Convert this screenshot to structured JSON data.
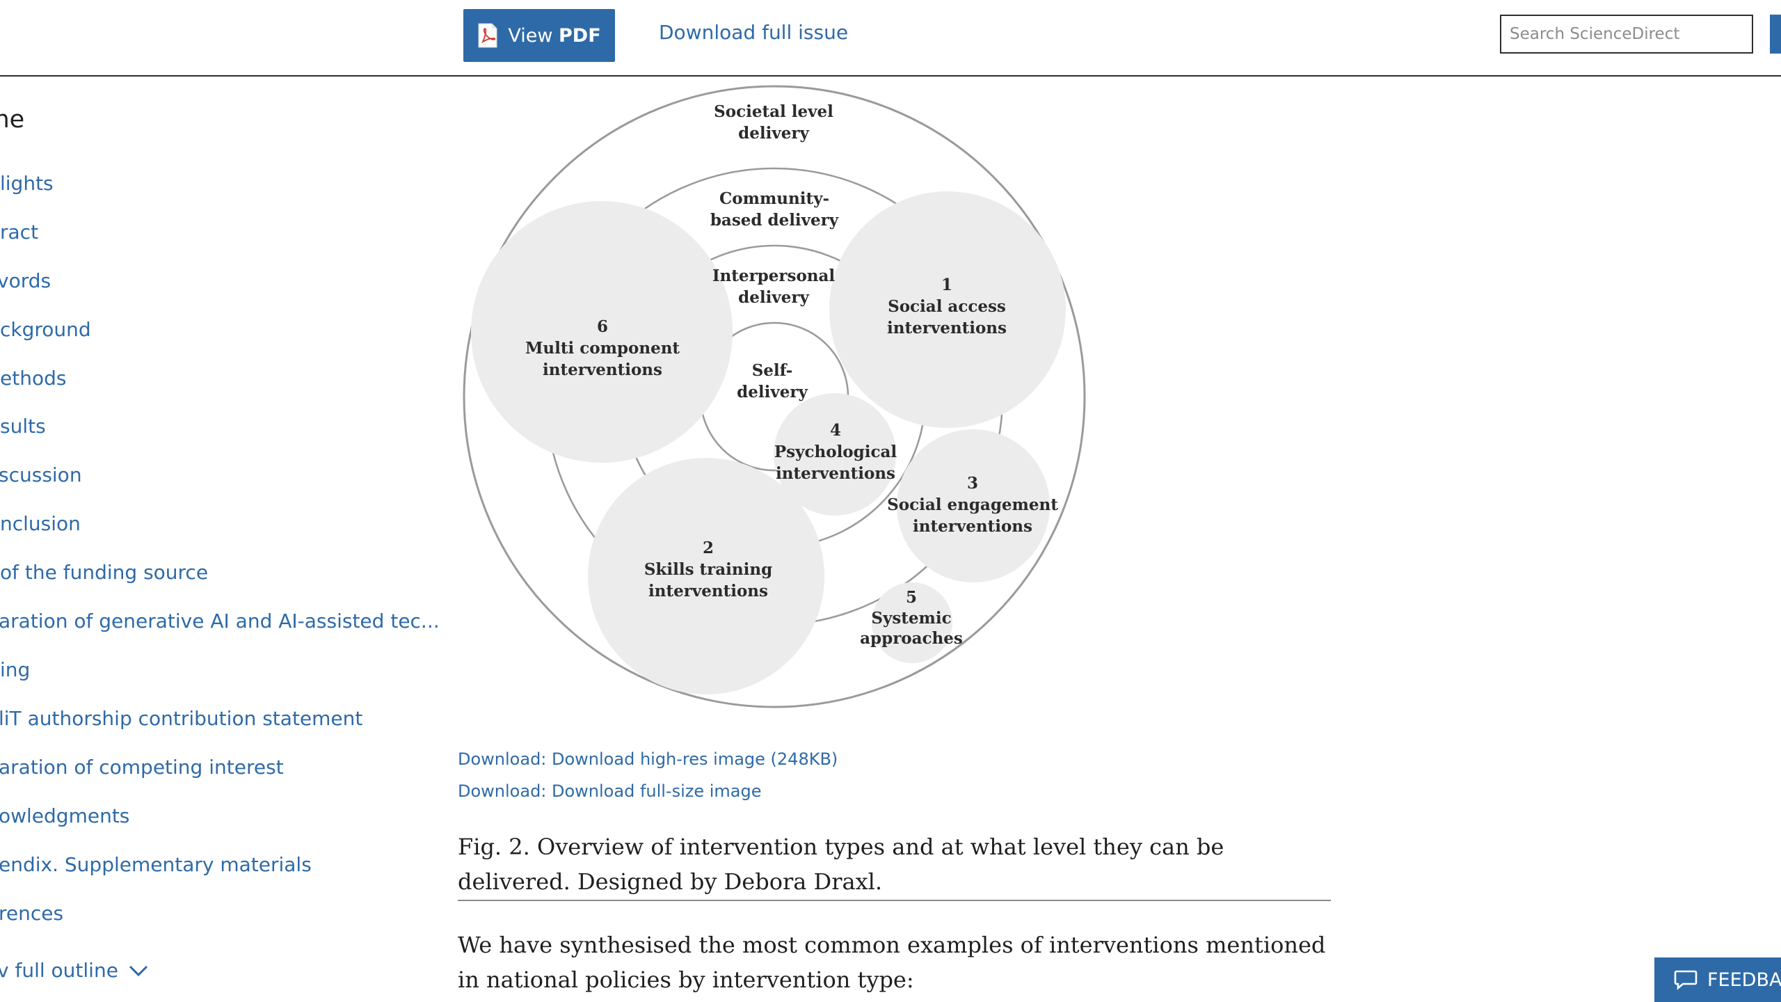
{
  "header": {
    "view_pdf_prefix": "View ",
    "view_pdf_bold": "PDF",
    "download_full_issue": "Download full issue",
    "search_placeholder": "Search ScienceDirect"
  },
  "outline": {
    "title": "line",
    "items": [
      "lights",
      "ract",
      "vords",
      "ckground",
      "ethods",
      "sults",
      "scussion",
      "nclusion",
      "of the funding source",
      "aration of generative AI and AI-assisted tec...",
      "ing",
      "liT authorship contribution statement",
      "aration of competing interest",
      "owledgments",
      "endix. Supplementary materials",
      "rences"
    ],
    "show_full": "v full outline"
  },
  "figure": {
    "rings": {
      "societal": [
        "Societal level",
        "delivery"
      ],
      "community": [
        "Community-",
        "based delivery"
      ],
      "interpersonal": [
        "Interpersonal",
        "delivery"
      ],
      "self": [
        "Self-",
        "delivery"
      ]
    },
    "bubbles": [
      {
        "num": "1",
        "lines": [
          "Social access",
          "interventions"
        ]
      },
      {
        "num": "2",
        "lines": [
          "Skills training",
          "interventions"
        ]
      },
      {
        "num": "3",
        "lines": [
          "Social engagement",
          "interventions"
        ]
      },
      {
        "num": "4",
        "lines": [
          "Psychological",
          "interventions"
        ]
      },
      {
        "num": "5",
        "lines": [
          "Systemic",
          "approaches"
        ]
      },
      {
        "num": "6",
        "lines": [
          "Multi component",
          "interventions"
        ]
      }
    ],
    "download_highres": "Download: Download high-res image (248KB)",
    "download_fullsize": "Download: Download full-size image",
    "caption": "Fig. 2. Overview of intervention types and at what level they can be delivered. Designed by Debora Draxl."
  },
  "body": {
    "paragraph": "We have synthesised the most common examples of interventions mentioned in national policies by intervention type:"
  },
  "feedback": {
    "label": "FEEDBA"
  },
  "colors": {
    "accent": "#2e6aa8",
    "bubble": "#ececec",
    "ring": "#9a9a9a"
  }
}
